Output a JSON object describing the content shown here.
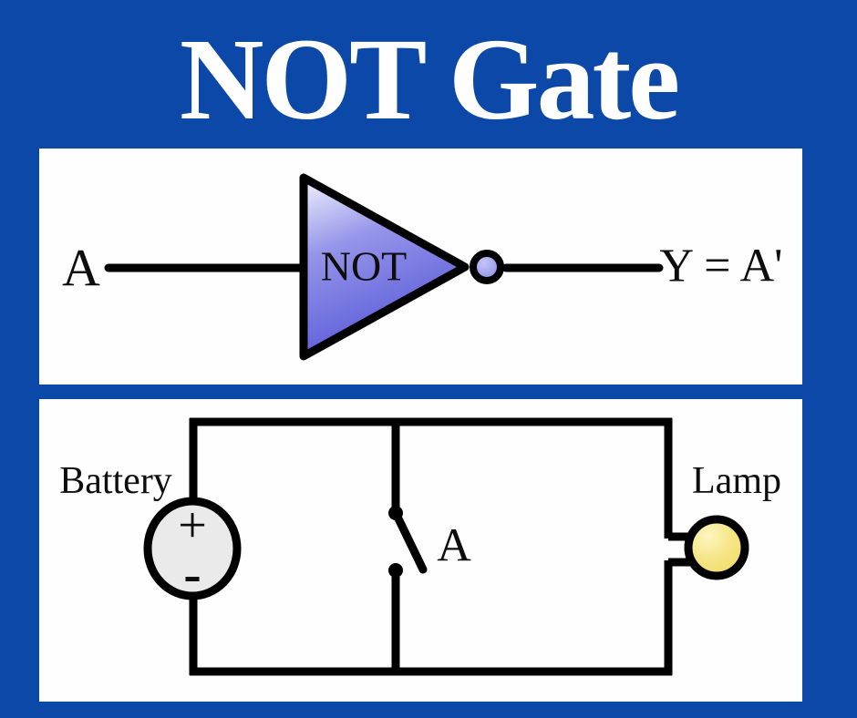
{
  "title": "NOT Gate",
  "colors": {
    "background": "#0c48a8",
    "panel": "#fefefe",
    "stroke": "#000000",
    "text": "#0d0d0d",
    "title_text": "#ffffff",
    "gate_fill_light": "#f2f2fd",
    "gate_fill_mid": "#9595ea",
    "gate_fill_dark": "#5a5ad9",
    "bubble_fill": "#9898f0",
    "battery_fill": "#eaeaea",
    "lamp_fill_light": "#fdf6c0",
    "lamp_fill_dark": "#eed75e"
  },
  "gate_diagram": {
    "input_label": "A",
    "gate_label": "NOT",
    "output_label": "Y = A'"
  },
  "circuit_diagram": {
    "battery_label": "Battery",
    "battery_positive": "+",
    "battery_negative": "-",
    "switch_label": "A",
    "lamp_label": "Lamp"
  }
}
